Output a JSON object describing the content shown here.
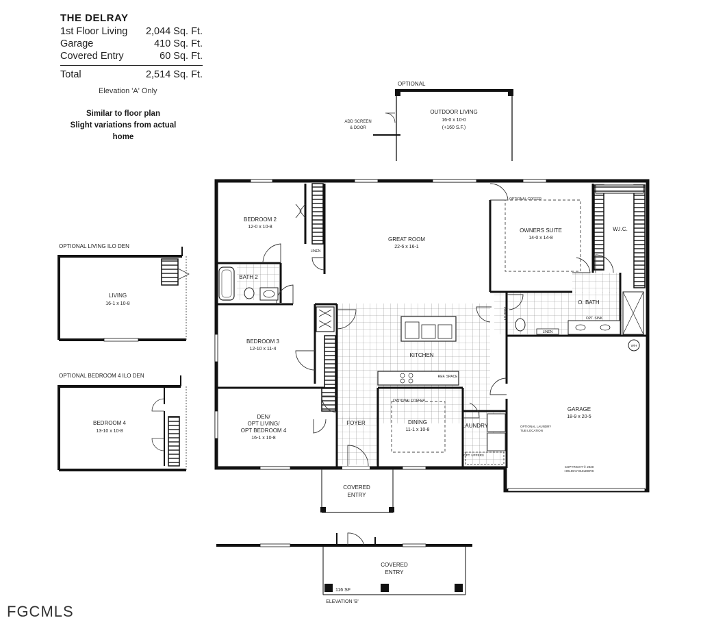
{
  "header": {
    "title": "THE DELRAY",
    "rows": [
      {
        "label": "1st Floor Living",
        "value": "2,044 Sq. Ft."
      },
      {
        "label": "Garage",
        "value": "410 Sq. Ft."
      },
      {
        "label": "Covered Entry",
        "value": "60 Sq. Ft."
      }
    ],
    "total": {
      "label": "Total",
      "value": "2,514 Sq. Ft."
    },
    "elevation_note": "Elevation 'A' Only"
  },
  "disclaimer": {
    "line1": "Similar to floor plan",
    "line2": "Slight variations from actual",
    "line3": "home"
  },
  "optional_outdoor": {
    "tag": "OPTIONAL",
    "name": "OUTDOOR LIVING",
    "dims": "16-0 x 10-0",
    "area": "(+160 S.F.)",
    "screen_note_1": "ADD SCREEN",
    "screen_note_2": "& DOOR"
  },
  "optional_living": {
    "tag": "OPTIONAL LIVING ILO DEN",
    "name": "LIVING",
    "dims": "16-1 x 10-8"
  },
  "optional_bedroom4": {
    "tag": "OPTIONAL BEDROOM 4 ILO DEN",
    "name": "BEDROOM 4",
    "dims": "13-10 x 10-8"
  },
  "rooms": {
    "bedroom2": {
      "name": "BEDROOM 2",
      "dims": "12-0 x 10-8"
    },
    "great_room": {
      "name": "GREAT ROOM",
      "dims": "22-6 x 16-1"
    },
    "owners_suite": {
      "name": "OWNERS SUITE",
      "dims": "14-0 x 14-8"
    },
    "owners_coffer": "OPTIONAL COFFER",
    "wic": "W.I.C.",
    "bath2": "BATH 2",
    "linen1": "LINEN",
    "pantry": "PANTRY",
    "obath": "O. BATH",
    "linen2": "LINEN",
    "opt_sink": "OPT. SINK",
    "bedroom3": {
      "name": "BEDROOM 3",
      "dims": "12-10 x 11-4"
    },
    "kitchen": "KITCHEN",
    "ref_space": "REF. SPACE",
    "den": {
      "line1": "DEN/",
      "line2": "OPT LIVING/",
      "line3": "OPT BEDROOM 4",
      "dims": "16-1 x 10-8"
    },
    "foyer": "FOYER",
    "dining": {
      "name": "DINING",
      "dims": "11-1 x 10-8"
    },
    "dining_coffer": "OPTIONAL COFFER",
    "laundry": "LAUNDRY",
    "opt_uppers": "OPT. UPPERS",
    "laundry_note_1": "OPTIONAL LAUNDRY",
    "laundry_note_2": "TUB LOCATION",
    "garage": {
      "name": "GARAGE",
      "dims": "18-9 x 20-5"
    },
    "wh": "W/H",
    "copyright_1": "COPYRIGHT © 2020",
    "copyright_2": "HOLIDAY BUILDERS",
    "covered_entry_a": {
      "line1": "COVERED",
      "line2": "ENTRY"
    }
  },
  "elevation_b": {
    "line1": "COVERED",
    "line2": "ENTRY",
    "area": "116 SF",
    "label": "ELEVATION 'B'"
  },
  "watermark": "FGCMLS"
}
